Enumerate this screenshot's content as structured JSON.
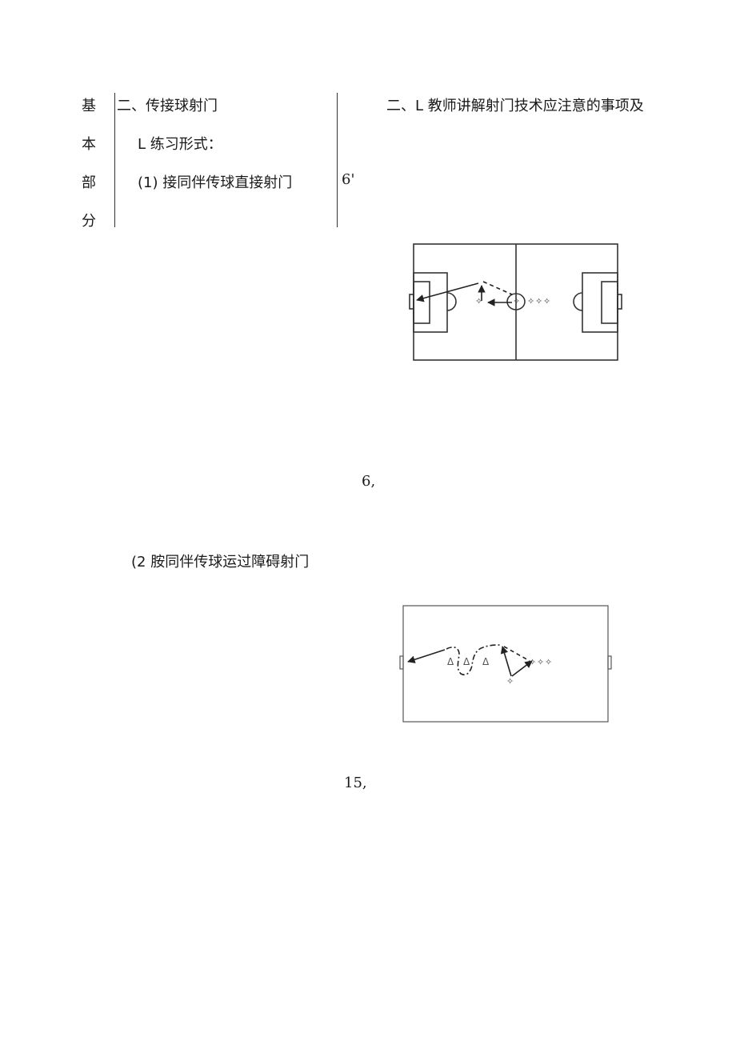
{
  "section_label": [
    "基",
    "本",
    "部",
    "分"
  ],
  "left_column": {
    "heading": "二、传接球射门",
    "subheading": "L 练习形式：",
    "item1": "(1) 接同伴传球直接射门",
    "item2": "(2 胺同伴传球运过障碍射门"
  },
  "time_column": {
    "t1": "6'",
    "t2": "6,",
    "t3": "15,"
  },
  "right_column": {
    "heading": "二、L 教师讲解射门技术应注意的事项及"
  },
  "diagram1": {
    "markers": [
      "✧",
      "✧",
      "✧",
      "✧",
      "✧"
    ]
  },
  "diagram2": {
    "cones": [
      "Δ",
      "Δ",
      "Δ"
    ],
    "markers": [
      "✧",
      "✧",
      "✧",
      "✧"
    ]
  }
}
